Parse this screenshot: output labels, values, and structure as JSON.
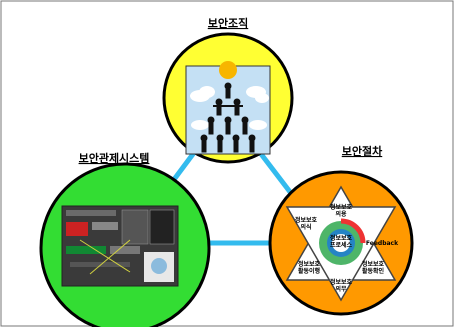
{
  "nodes": {
    "top": {
      "label": "보안조직",
      "fill": "#ffff33"
    },
    "left": {
      "label": "보안관제시스템",
      "fill": "#33dd33"
    },
    "right": {
      "label": "보안절차",
      "fill": "#ff9900"
    }
  },
  "connector_color": "#33bbee",
  "procedure_labels": {
    "center_top": "정보보호\n의용",
    "center": "정보보호\n프로세스",
    "left_top": "정보보호\n의식",
    "right_mid": "Feedback",
    "left_bottom": "정보보호\n활동이행",
    "right_bottom": "정보보호\n활동확인",
    "bottom": "정보보호\n의무"
  }
}
